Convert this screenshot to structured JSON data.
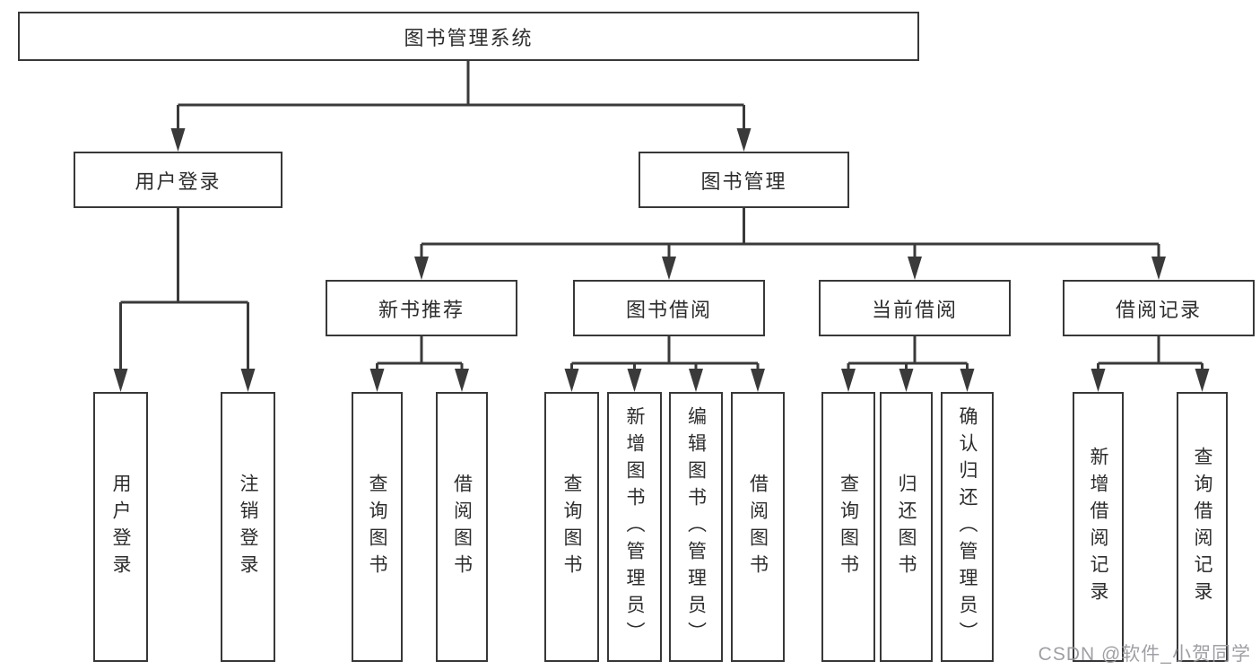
{
  "diagram": {
    "type": "hierarchy-diagram",
    "nodes": {
      "root": {
        "label": "图书管理系统"
      },
      "user_login": {
        "label": "用户登录"
      },
      "book_management": {
        "label": "图书管理"
      },
      "new_book_recommend": {
        "label": "新书推荐"
      },
      "book_borrowing": {
        "label": "图书借阅"
      },
      "current_borrowing": {
        "label": "当前借阅"
      },
      "borrowing_records": {
        "label": "借阅记录"
      },
      "leaf_user_login": {
        "label": "用户登录"
      },
      "leaf_logout": {
        "label": "注销登录"
      },
      "leaf_query_books_recommend": {
        "label": "查询图书"
      },
      "leaf_borrow_books_recommend": {
        "label": "借阅图书"
      },
      "leaf_query_books_borrowing": {
        "label": "查询图书"
      },
      "leaf_add_books_admin": {
        "label": "新增图书（管理员）"
      },
      "leaf_edit_books_admin": {
        "label": "编辑图书（管理员）"
      },
      "leaf_borrow_books_borrowing": {
        "label": "借阅图书"
      },
      "leaf_query_books_current": {
        "label": "查询图书"
      },
      "leaf_return_books": {
        "label": "归还图书"
      },
      "leaf_confirm_return_admin": {
        "label": "确认归还（管理员）"
      },
      "leaf_add_borrow_record": {
        "label": "新增借阅记录"
      },
      "leaf_query_borrow_record": {
        "label": "查询借阅记录"
      }
    },
    "hierarchy": {
      "图书管理系统": {
        "用户登录": [
          "用户登录",
          "注销登录"
        ],
        "图书管理": {
          "新书推荐": [
            "查询图书",
            "借阅图书"
          ],
          "图书借阅": [
            "查询图书",
            "新增图书（管理员）",
            "编辑图书（管理员）",
            "借阅图书"
          ],
          "当前借阅": [
            "查询图书",
            "归还图书",
            "确认归还（管理员）"
          ],
          "借阅记录": [
            "新增借阅记录",
            "查询借阅记录"
          ]
        }
      }
    },
    "colors": {
      "line": "#3a3a3a",
      "box_border": "#383838",
      "box_background": "#ffffff",
      "text": "#2d2d2d",
      "watermark": "#9a9aa0",
      "page_background": "#ffffff"
    }
  },
  "watermark": "CSDN @软件_小贺同学"
}
